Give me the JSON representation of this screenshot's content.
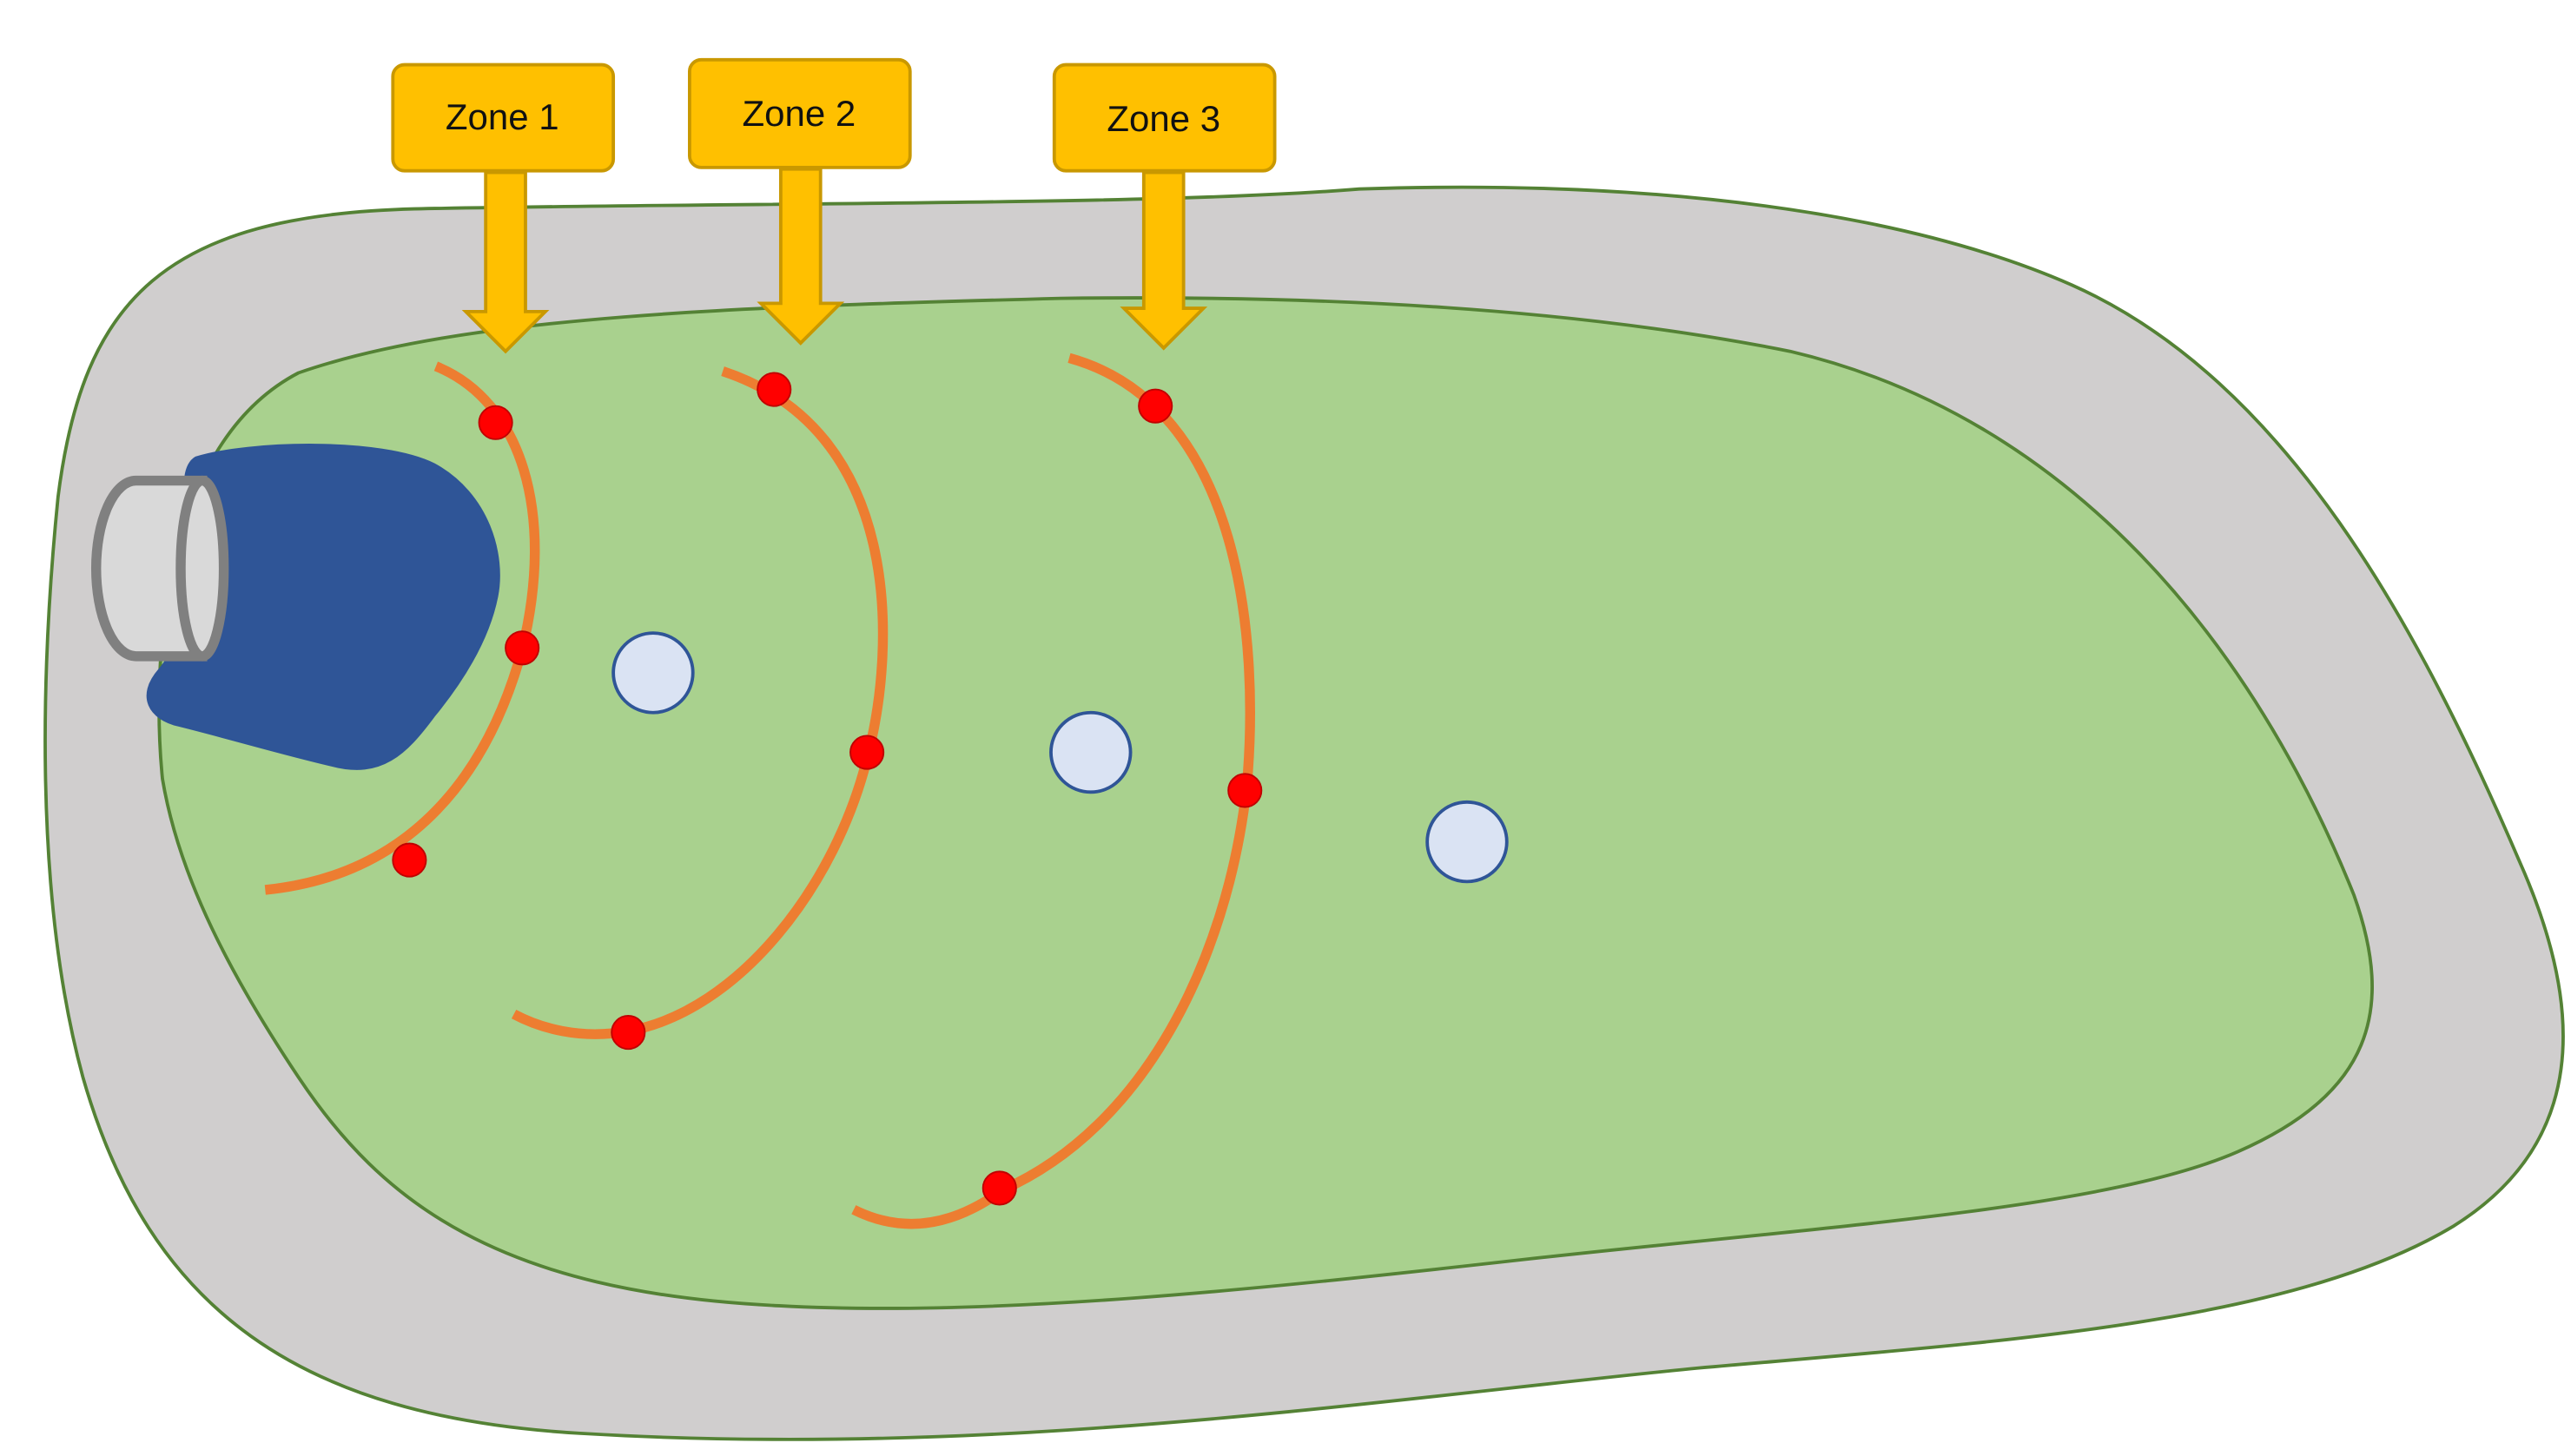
{
  "zones": [
    {
      "label": "Zone 1"
    },
    {
      "label": "Zone 2"
    },
    {
      "label": "Zone 3"
    }
  ],
  "colors": {
    "outer_region": "#d0cece",
    "inner_region": "#a9d18e",
    "region_outline": "#548235",
    "zone_callout": "#ffc000",
    "zone_callout_border": "#c99800",
    "arc": "#ed7d31",
    "sensor_dot": "#ff0000",
    "blob": "#2f5597",
    "circle_fill": "#dae3f3",
    "circle_stroke": "#2f5597",
    "tube_fill": "#d9d9d9",
    "tube_stroke": "#808080"
  },
  "icons": {
    "callout": "down-arrow-callout",
    "sensor": "red-dot",
    "marker": "hollow-circle",
    "inlet": "cylinder"
  }
}
